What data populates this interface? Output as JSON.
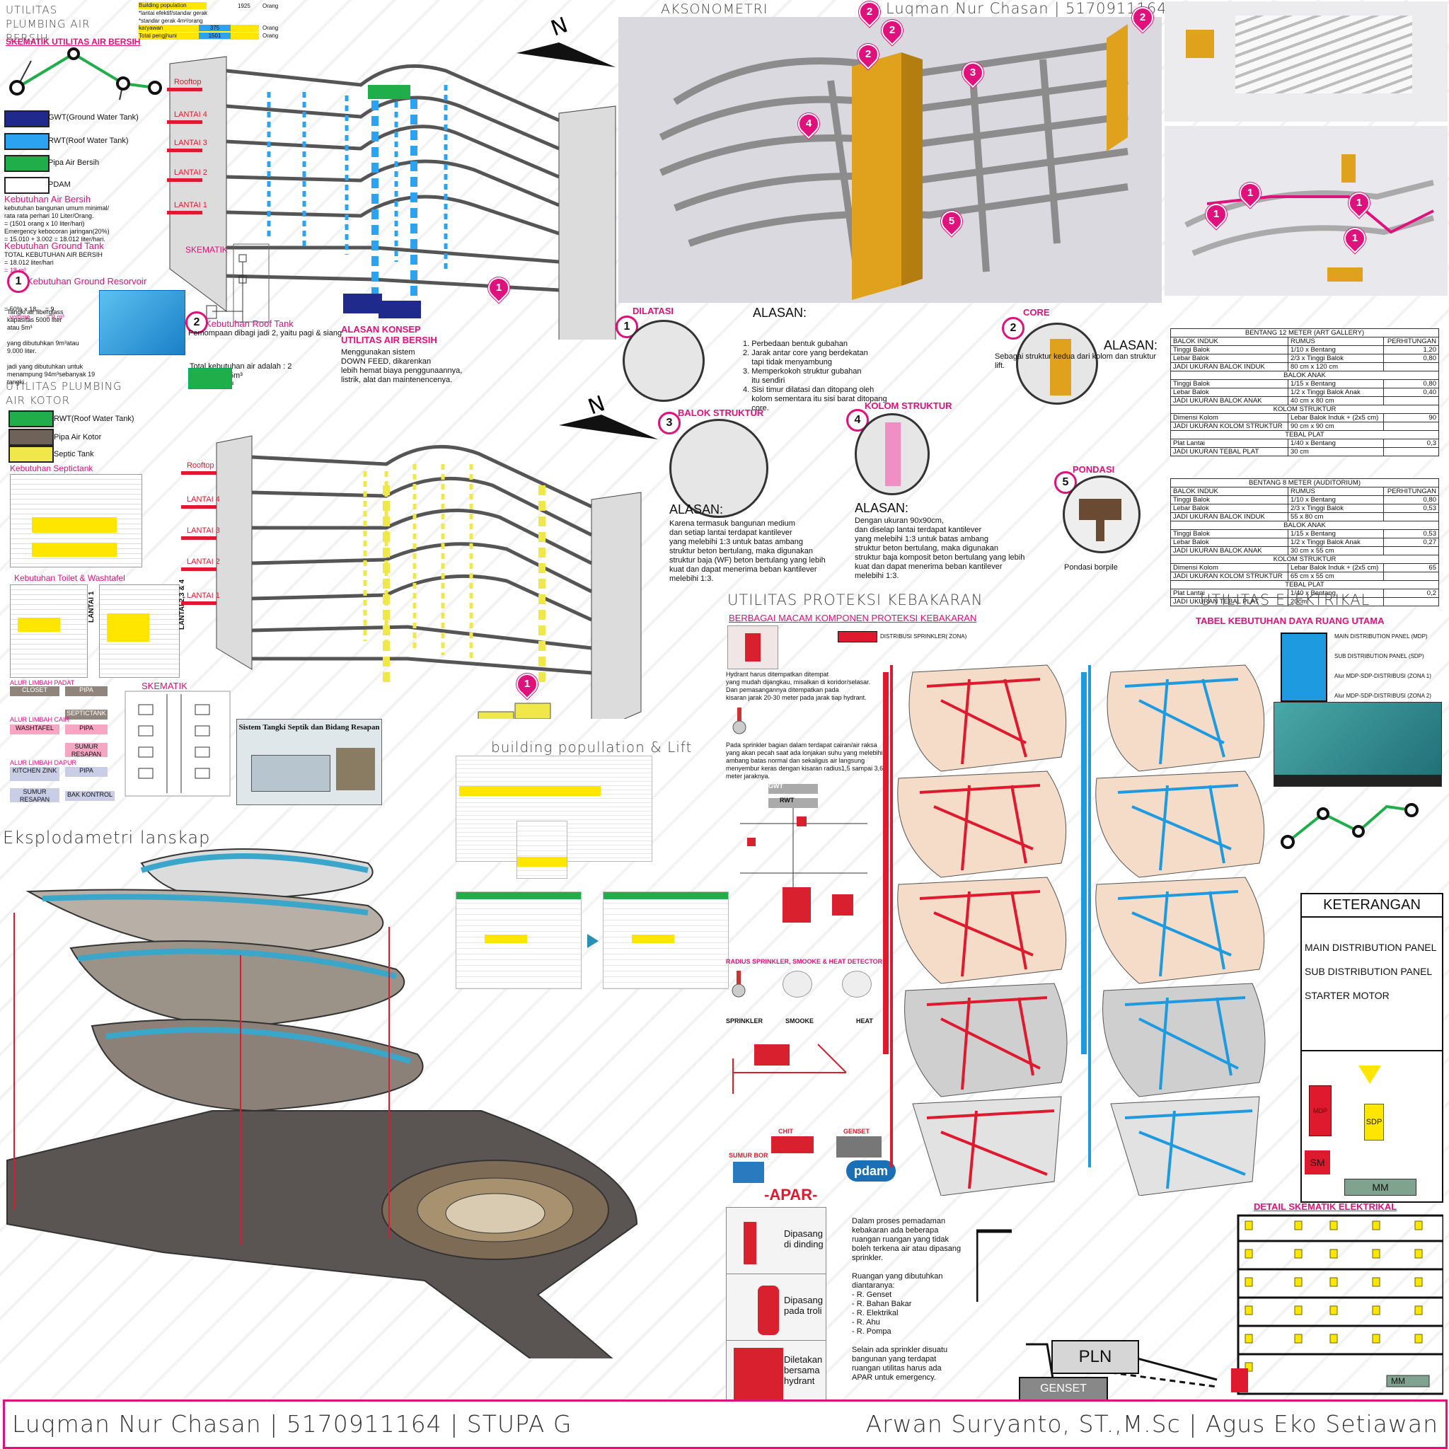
{
  "header": {
    "axo_title": "AKSONOMETRI",
    "author_top": "Luqman Nur Chasan | 5170911164"
  },
  "plumbing_clean": {
    "title": "UTILITAS PLUMBING AIR BERSIH",
    "schematic_title": "SKEMATIK UTILITAS AIR BERSIH",
    "legend": [
      "GWT(Ground Water Tank)",
      "RWT(Roof Water Tank)",
      "Pipa Air Bersih",
      "PDAM"
    ],
    "legend_colors": [
      "#1f2a8c",
      "#2ba3f0",
      "#1fae4a",
      "#ffffff"
    ],
    "kebutuhan_title": "Kebutuhan Air Bersih",
    "kebutuhan_text": [
      "kebutuhan bangunan umum minimal/",
      "rata rata perhari 10 Liter/Orang.",
      "= (1501 orang x 10 liter/hari)",
      "Emergency kebocoran jaringan(20%)",
      "= 15.010 + 3.002 = 18.012 liter/hari."
    ],
    "ground_tank_title": "Kebutuhan Ground Tank",
    "ground_tank_text": [
      "TOTAL KEBUTUHAN AIR BERSIH",
      "= 18.012 liter/hari",
      "= 18 m³"
    ],
    "reservoir_num": "1",
    "reservoir_title": "Kebutuhan Ground Resorvoir",
    "reservoir_calc": [
      "= 50% x 18     = 9",
      "   volume         = 9 m³"
    ],
    "reservoir_text": [
      "Tangki air fiberglass",
      "kapasitas 5000 liter",
      "atau 5m³",
      "",
      "yang dibutuhkan 9m³atau",
      "9.000 liter.",
      "",
      "jadi yang dibutuhkan untuk",
      "menampung 94m³sebanyak 19 tangki."
    ],
    "roof_num": "2",
    "roof_title": "Kebutuhan Roof Tank",
    "roof_sub": "Pemompaan dibagi jadi 2, yaitu pagi & siang",
    "roof_calc": [
      "Total kebutuhan air adalah : 2",
      "9m³ : 2 = 4.5m³",
      "          = 5 m³"
    ],
    "konsep_title": [
      "ALASAN KONSEP",
      "UTILITAS AIR BERSIH"
    ],
    "konsep_text": [
      "Menggunakan sistem",
      "DOWN FEED, dikarenkan",
      "lebih hemat biaya penggunaannya,",
      "listrik, alat dan maintenencenya."
    ],
    "skematik_label": "SKEMATIK",
    "floors": [
      "Rooftop",
      "LANTAI 4",
      "LANTAI 3",
      "LANTAI 2",
      "LANTAI 1"
    ],
    "population_table": [
      [
        "Building population",
        "1925",
        "Orang"
      ],
      [
        "*lantai efektif/standar gerak",
        "",
        ""
      ],
      [
        "*standar gerak 4m²/orang",
        "",
        ""
      ],
      [
        "karyawan",
        "375",
        "Orang"
      ],
      [
        "Total pengjhuni",
        "1501",
        "Orang"
      ]
    ]
  },
  "plumbing_dirty": {
    "title": "UTILITAS PLUMBING AIR KOTOR",
    "legend": [
      "RWT(Roof Water Tank)",
      "Pipa Air Kotor",
      "Septic Tank"
    ],
    "legend_colors": [
      "#1fae4a",
      "#6e6259",
      "#f0e84a"
    ],
    "septic_title": "Kebutuhan Septictank",
    "toilet_title": "Kebutuhan Toilet & Washtafel",
    "lantai_labels": [
      "LANTAI 1",
      "LANTAI 2,3 & 4"
    ],
    "alur_padat": "ALUR LIMBAH PADAT",
    "alur_cair": "ALUR LIMBAH CAIR",
    "alur_dapur": "ALUR LIMBAH DAPUR",
    "flow_nodes": [
      "CLOSET",
      "PIPA",
      "SEPTICTANK",
      "WASHTAFEL",
      "PIPA",
      "SUMUR RESAPAN",
      "KITCHEN ZINK",
      "PIPA",
      "SUMUR RESAPAN",
      "BAK KONTROL"
    ],
    "skematik_label": "SKEMATIK",
    "septic_img_title": "Sistem Tangki Septik dan Bidang Resapan",
    "floors": [
      "Rooftop",
      "LANTAI 4",
      "LANTAI 3",
      "LANTAI 2",
      "LANTAI 1"
    ]
  },
  "structure": {
    "dilatasi_title": "DILATASI",
    "dilatasi_alasan_label": "ALASAN:",
    "dilatasi_alasan": [
      "1. Perbedaan bentuk gubahan",
      "2. Jarak antar core yang berdekatan",
      "    tapi tidak menyambung",
      "3. Memperkokoh struktur gubahan",
      "    itu sendiri",
      "4. Sisi timur dilatasi dan ditopang oleh",
      "    kolom sementara itu sisi barat ditopang",
      "    core."
    ],
    "core_title": "CORE",
    "core_alasan_label": "ALASAN:",
    "core_alasan": "Sebagai struktur kedua dari kolom dan struktur lift.",
    "balok_title": "BALOK STRUKTUR",
    "balok_alasan_label": "ALASAN:",
    "balok_alasan": [
      "Karena termasuk bangunan medium",
      "dan setiap lantai terdapat kantilever",
      "yang melebihi 1:3 untuk batas ambang",
      "struktur beton bertulang, maka digunakan",
      "struktur baja (WF) beton bertulang yang lebih",
      "kuat dan dapat menerima beban kantilever",
      "melebihi 1:3."
    ],
    "kolom_title": "KOLOM STRUKTUR",
    "kolom_alasan_label": "ALASAN:",
    "kolom_alasan": [
      "Dengan ukuran 90x90cm,",
      "dan diselap lantai terdapat kantilever",
      "yang melebihi 1:3 untuk batas ambang",
      "struktur beton bertulang, maka digunakan",
      "struktur baja komposit beton bertulang yang lebih",
      "kuat dan dapat menerima beban kantilever",
      "melebihi 1:3."
    ],
    "pondasi_title": "PONDASI",
    "pondasi_caption": "Pondasi borpile",
    "pin_numbers": [
      "1",
      "2",
      "3",
      "4",
      "5"
    ]
  },
  "bentang12": {
    "title": "BENTANG 12 METER (ART GALLERY)",
    "rows": [
      [
        "BALOK INDUK",
        "RUMUS",
        "PERHITUNGAN"
      ],
      [
        "Tinggi Balok",
        "1/10 x Bentang",
        "1,20"
      ],
      [
        "Lebar Balok",
        "2/3 x Tinggi Balok",
        "0,80"
      ],
      [
        "JADI UKURAN BALOK INDUK",
        "80 cm x 120 cm",
        ""
      ],
      [
        "BALOK ANAK",
        "",
        ""
      ],
      [
        "Tinggi Balok",
        "1/15 x Bentang",
        "0,80"
      ],
      [
        "Lebar Balok",
        "1/2 x Tinggi Balok Anak",
        "0,40"
      ],
      [
        "JADI UKURAN BALOK ANAK",
        "40 cm x 80 cm",
        ""
      ],
      [
        "KOLOM STRUKTUR",
        "",
        ""
      ],
      [
        "Dimensi Kolom",
        "Lebar Balok Induk + (2x5 cm)",
        "90"
      ],
      [
        "JADI UKURAN KOLOM STRUKTUR",
        "90 cm x 90 cm",
        ""
      ],
      [
        "TEBAL PLAT",
        "",
        ""
      ],
      [
        "Plat Lantai",
        "1/40 x Bentang",
        "0,3"
      ],
      [
        "JADI UKURAN TEBAL PLAT",
        "30 cm",
        ""
      ]
    ]
  },
  "bentang8": {
    "title": "BENTANG 8 METER (AUDITORIUM)",
    "rows": [
      [
        "BALOK INDUK",
        "RUMUS",
        "PERHITUNGAN"
      ],
      [
        "Tinggi Balok",
        "1/10 x Bentang",
        "0,80"
      ],
      [
        "Lebar Balok",
        "2/3 x Tinggi Balok",
        "0,53"
      ],
      [
        "JADI UKURAN BALOK INDUK",
        "55 x 80 cm",
        ""
      ],
      [
        "BALOK ANAK",
        "",
        ""
      ],
      [
        "Tinggi Balok",
        "1/15 x Bentang",
        "0,53"
      ],
      [
        "Lebar Balok",
        "1/2 x Tinggi Balok Anak",
        "0,27"
      ],
      [
        "JADI UKURAN BALOK ANAK",
        "30 cm x 55 cm",
        ""
      ],
      [
        "KOLOM STRUKTUR",
        "",
        ""
      ],
      [
        "Dimensi Kolom",
        "Lebar Balok Induk + (2x5 cm)",
        "65"
      ],
      [
        "JADI UKURAN KOLOM STRUKTUR",
        "65 cm x 55 cm",
        ""
      ],
      [
        "TEBAL PLAT",
        "",
        ""
      ],
      [
        "Plat Lantai",
        "1/40 x Bentang",
        "0,2"
      ],
      [
        "JADI UKURAN TEBAL PLAT",
        "20cm",
        ""
      ]
    ]
  },
  "fire": {
    "title": "UTILITAS PROTEKSI KEBAKARAN",
    "components_title": "BERBAGAI MACAM KOMPONEN PROTEKSI KEBAKARAN",
    "legend_sprinkler": "DISTRIBUSI SPRINKLER( ZONA)",
    "hydrant_text": [
      "Hydrant harus ditempatkan ditempat",
      "yang mudah dijangkau, misalkan di koridor/selasar.",
      "Dan pemasangannya ditempatkan pada",
      "kisaran jarak 20-30 meter pada jarak tiap hydrant."
    ],
    "sprinkler_text": [
      "Pada sprinkler bagian dalam terdapat cairan/air raksa",
      "yang akan pecah saat ada lonjakan suhu yang melebihi",
      "ambang batas normal dan sekaligus air langsung",
      "menyembur keras dengan kisaran radius1,5 sampai 3,6",
      "meter jaraknya."
    ],
    "detector_title": "RADIUS SPRINKLER, SMOOKE & HEAT DETECTOR",
    "detector_labels": [
      "SPRINKLER",
      "SMOOKE",
      "HEAT"
    ],
    "schema_labels": [
      "GWT",
      "RWT",
      "CHIT",
      "GENSET",
      "SUMUR BOR",
      "pdam"
    ],
    "apar_title": "-APAR-",
    "apar_items": [
      "Dipasang di dinding",
      "Dipasang pada troli",
      "Diletakan bersama hydrant"
    ],
    "note": [
      "Dalam proses pemadaman",
      "kebakaran ada beberapa",
      "ruangan ruangan yang tidak",
      "boleh terkena air atau dipasang",
      "sprinkler.",
      "",
      "Ruangan yang dibutuhkan",
      "diantaranya:",
      " - R. Genset",
      " - R. Bahan Bakar",
      " - R. Elektrikal",
      " - R. Ahu",
      " - R. Pompa",
      "",
      "Selain ada sprinkler disuatu",
      "bangunan yang terdapat",
      "ruangan utilitas harus ada",
      "APAR untuk emergency."
    ]
  },
  "electric": {
    "title": "UTILITAS ELEKTRIKAL",
    "table_title": "TABEL KEBUTUHAN DAYA RUANG UTAMA",
    "legend": [
      "MAIN DISTRIBUTION PANEL (MDP)",
      "SUB DISTRIBUTION PANEL (SDP)",
      "Alur MDP-SDP-DISTRIBUSI (ZONA 1)",
      "Alur MDP-SDP-DISTRIBUSI (ZONA 2)"
    ],
    "keterangan_title": "KETERANGAN",
    "keterangan_items": [
      "MAIN DISTRIBUTION PANEL",
      "SUB DISTRIBUTION PANEL",
      "STARTER MOTOR"
    ],
    "panel_labels": [
      "MDP",
      "SDP",
      "SM",
      "MM"
    ],
    "detail_title": "DETAIL SKEMATIK ELEKTRIKAL",
    "pln": "PLN",
    "genset": "GENSET",
    "mm": "MM"
  },
  "lift": {
    "title": "building popullation & Lift"
  },
  "eksplo": {
    "title": "Eksplodametri lanskap"
  },
  "footer": {
    "left": "Luqman Nur Chasan | 5170911164 | STUPA G",
    "right": "Arwan Suryanto, ST.,M.Sc | Agus Eko Setiawan"
  },
  "colors": {
    "accent": "#e0107c",
    "sprinkler": "#e01a2e",
    "electric": "#1e9be0",
    "core": "#e0a21c"
  }
}
